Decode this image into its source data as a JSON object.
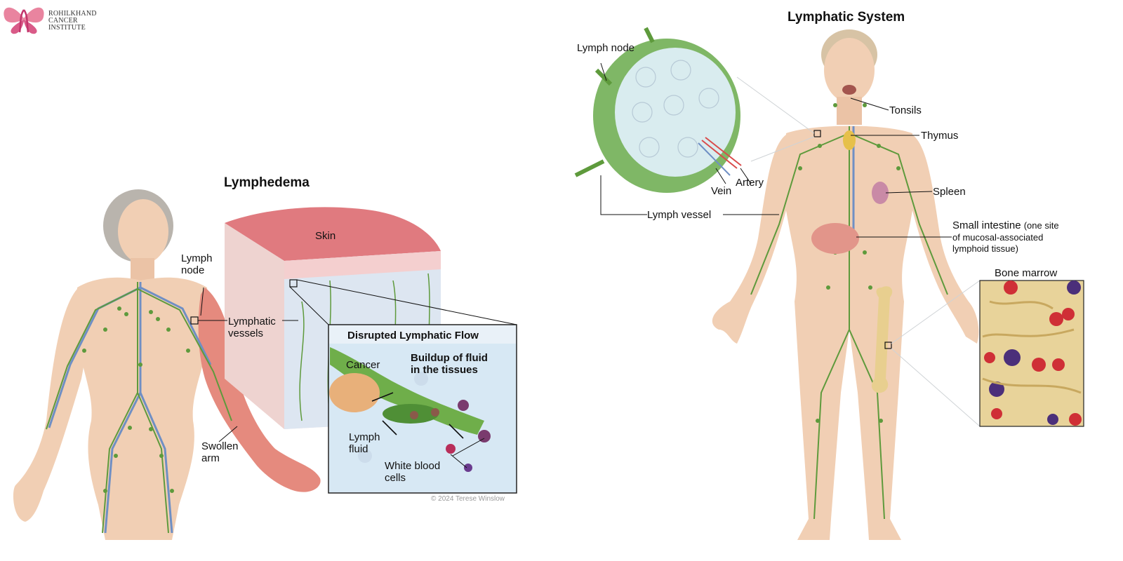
{
  "logo": {
    "line1": "ROHILKHAND",
    "line2": "CANCER",
    "line3": "INSTITUTE",
    "icon": "butterfly-ribbon-icon",
    "color": "#e0679b"
  },
  "lymphedema": {
    "title": "Lymphedema",
    "labels": {
      "lymph_node_1": "Lymph",
      "lymph_node_2": "node",
      "lymphatic_vessels_1": "Lymphatic",
      "lymphatic_vessels_2": "vessels",
      "swollen_arm_1": "Swollen",
      "swollen_arm_2": "arm",
      "skin": "Skin"
    },
    "inset": {
      "title": "Disrupted Lymphatic Flow",
      "buildup_1": "Buildup of fluid",
      "buildup_2": "in the tissues",
      "cancer": "Cancer",
      "lymph_fluid_1": "Lymph",
      "lymph_fluid_2": "fluid",
      "wbc_1": "White blood",
      "wbc_2": "cells"
    },
    "credit": "© 2024 Terese Winslow"
  },
  "lymphatic_system": {
    "title": "Lymphatic System",
    "labels": {
      "lymph_node": "Lymph node",
      "vein": "Vein",
      "artery": "Artery",
      "lymph_vessel": "Lymph vessel",
      "tonsils": "Tonsils",
      "thymus": "Thymus",
      "spleen": "Spleen",
      "small_intestine": "Small intestine",
      "small_intestine_note_1": "(one site",
      "small_intestine_note_2": "of mucosal-associated",
      "small_intestine_note_3": "lymphoid tissue)",
      "bone_marrow": "Bone marrow"
    }
  },
  "colors": {
    "skin": "#f1cfb4",
    "skin_shade": "#e3b394",
    "lymph_green": "#5e9a3c",
    "vein_blue": "#6f8fc4",
    "artery_red": "#d94b4b",
    "swollen_red": "#e58a7e",
    "bone_yellow": "#e8cf8f",
    "inset_blue": "#cfe3f2"
  }
}
